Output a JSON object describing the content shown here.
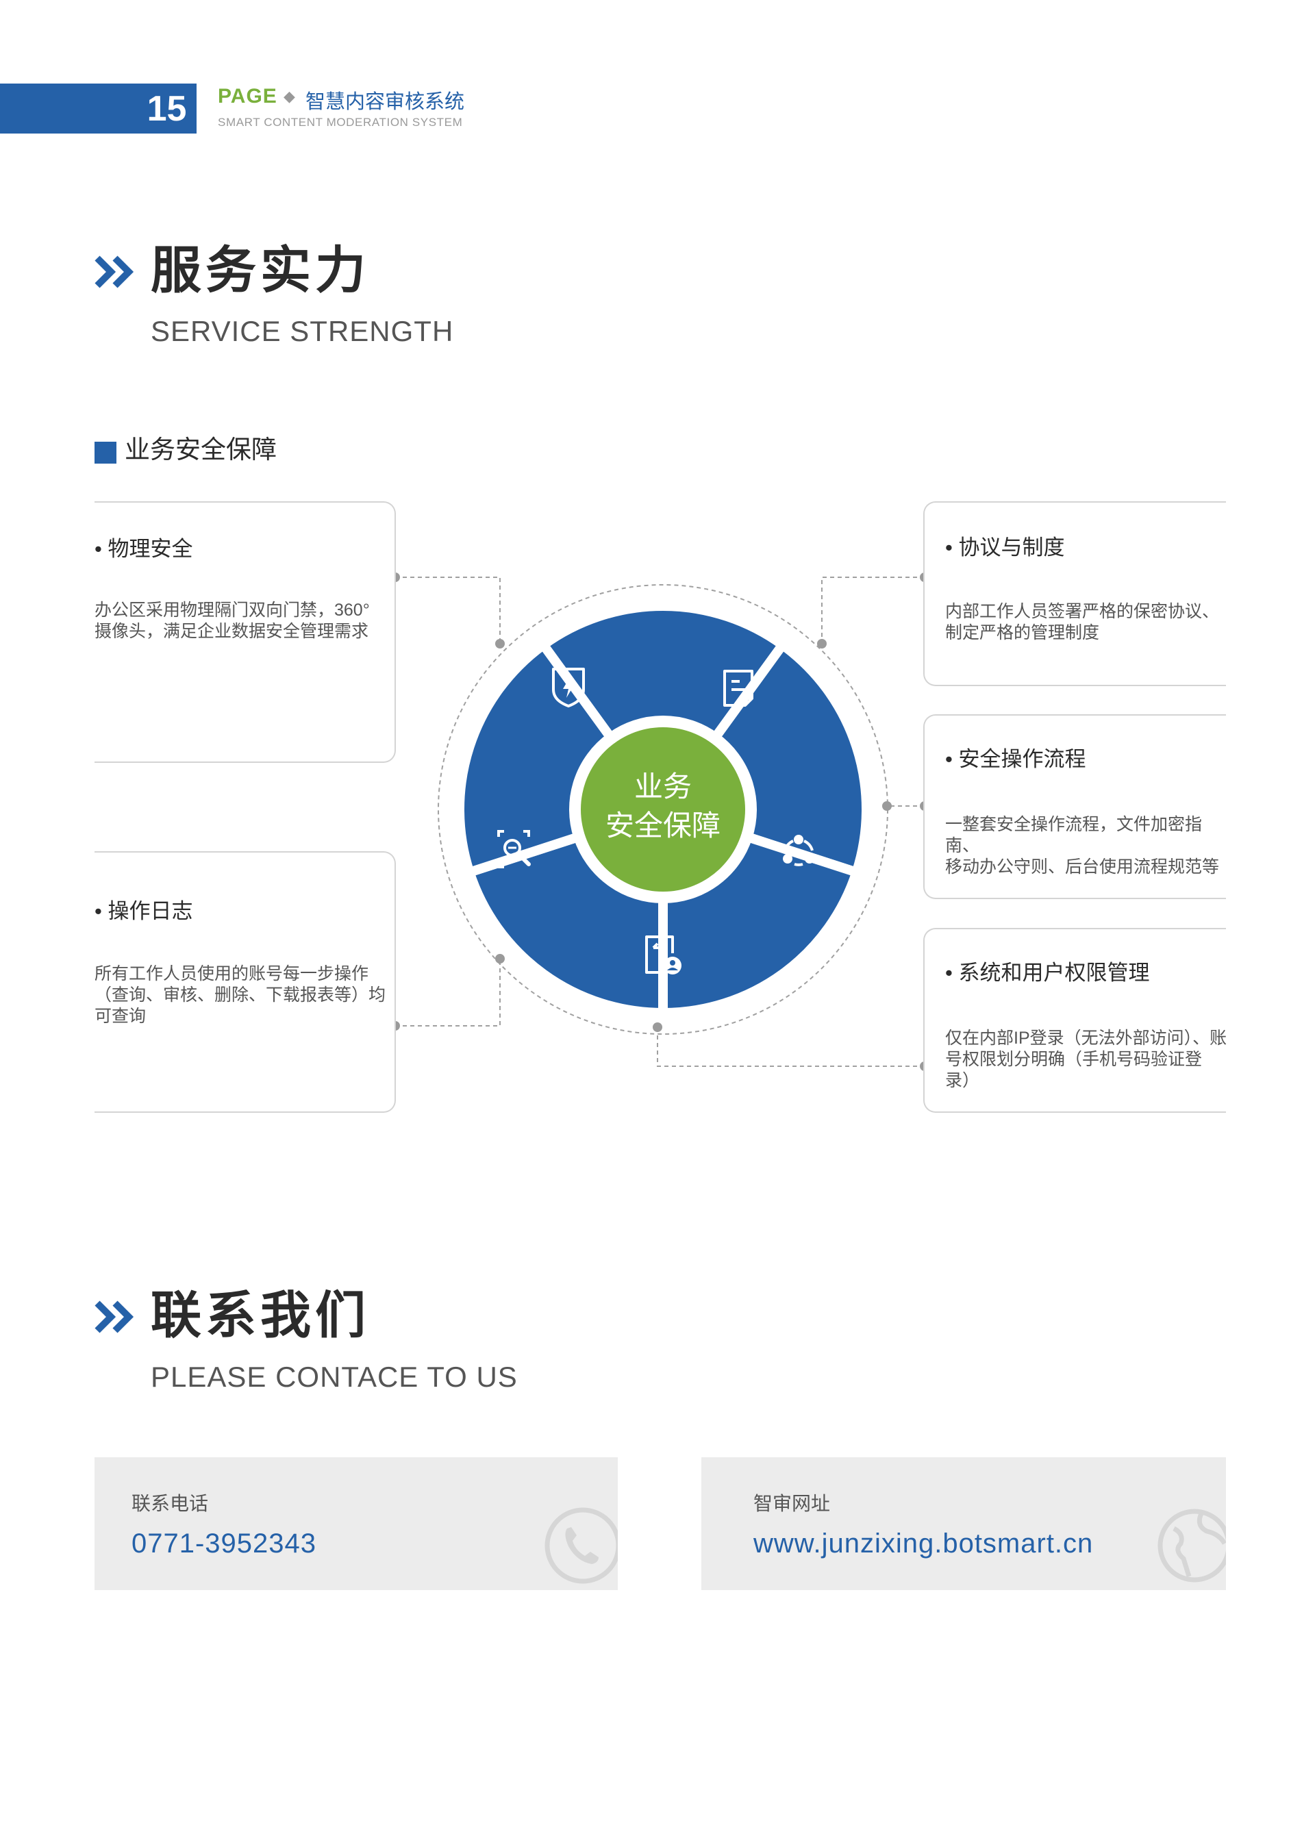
{
  "header": {
    "page_number": "15",
    "page_label": "PAGE",
    "separator": "◆",
    "system_title": "智慧内容审核系统",
    "system_subtitle": "SMART CONTENT MODERATION SYSTEM"
  },
  "service": {
    "title": "服务实力",
    "subtitle": "SERVICE STRENGTH",
    "section_heading": "业务安全保障",
    "center_line1": "业务",
    "center_line2": "安全保障"
  },
  "cards": {
    "physical": {
      "title": "• 物理安全",
      "lines": [
        "办公区采用物理隔门双向门禁，360°",
        "摄像头，满足企业数据安全管理需求"
      ]
    },
    "log": {
      "title": "• 操作日志",
      "lines": [
        "所有工作人员使用的账号每一步操作",
        "（查询、审核、删除、下载报表等）均",
        "可查询"
      ]
    },
    "protocol": {
      "title": "• 协议与制度",
      "lines": [
        "内部工作人员签署严格的保密协议、",
        "制定严格的管理制度"
      ]
    },
    "process": {
      "title": "• 安全操作流程",
      "lines": [
        "一整套安全操作流程，文件加密指南、",
        "移动办公守则、后台使用流程规范等"
      ]
    },
    "permission": {
      "title": "• 系统和用户权限管理",
      "lines": [
        "仅在内部IP登录（无法外部访问）、账",
        "号权限划分明确（手机号码验证登录）"
      ]
    }
  },
  "contact": {
    "title": "联系我们",
    "subtitle": "PLEASE CONTACE TO US",
    "phone_label": "联系电话",
    "phone": "0771-3952343",
    "web_label": "智审网址",
    "web": "www.junzixing.botsmart.cn"
  },
  "colors": {
    "brand_blue": "#2561a8",
    "brand_green": "#7ab03c",
    "card_border": "#d4d4d4",
    "contact_bg": "#ececec"
  },
  "icons": [
    "shield-bolt-icon",
    "document-icon",
    "network-nodes-icon",
    "user-document-icon",
    "search-tools-icon",
    "phone-watermark-icon",
    "globe-watermark-icon",
    "double-chevron-icon"
  ]
}
